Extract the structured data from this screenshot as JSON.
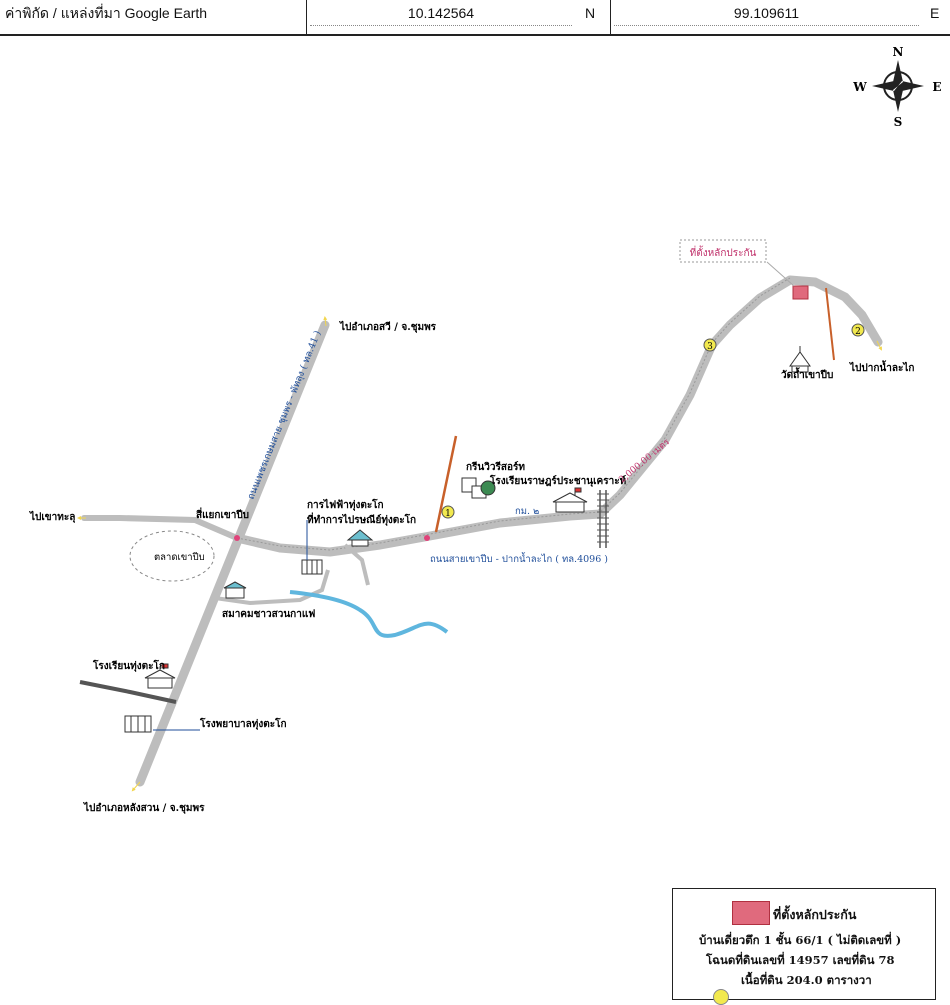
{
  "header": {
    "coord_label": "ค่าพิกัด / แหล่งที่มา Google Earth",
    "latitude": "10.142564",
    "lat_dir": "N",
    "longitude": "99.109611",
    "lon_dir": "E"
  },
  "compass": {
    "n": "N",
    "s": "S",
    "e": "E",
    "w": "W"
  },
  "map": {
    "label_to_sawi": "ไปอำเภอสวี / จ.ชุมพร",
    "label_to_langsuan": "ไปอำเภอหลังสวน / จ.ชุมพร",
    "label_to_khao_thalu": "ไปเขาทะลุ",
    "label_to_pak_nam": "ไปปากน้ำละไก",
    "main_road": "ถนนเพชรเกษมสาย ชุมพร - พัทลุง ( ทล.41 )",
    "junction": "สี่แยกเขาปีบ",
    "market": "ตลาดเขาปีบ",
    "electric_office": "การไฟฟ้าทุ่งตะโก",
    "post_office": "ที่ทำการไปรษณีย์ทุ่งตะโก",
    "coffee_assoc": "สมาคมชาวสวนกาแฟ",
    "school_tungtako": "โรงเรียนทุ่งตะโก",
    "hospital": "โรงพยาบาลทุ่งตะโก",
    "resort": "กรีนวิวรีสอร์ท",
    "school_pracharat": "โรงเรียนราษฎร์ประชานุเคราะห์",
    "km_mark": "กม. ๒",
    "road_4096": "ถนนสายเขาปีบ - ปากน้ำละไก ( ทล.4096 )",
    "distance": "2,000.00 เมตร",
    "temple": "วัดถ้ำเขาปีบ",
    "property_callout": "ที่ตั้งหลักประกัน",
    "markers": [
      "1",
      "2",
      "3"
    ]
  },
  "legend": {
    "property_label": "ที่ตั้งหลักประกัน",
    "house": "บ้านเดี่ยวตึก 1 ชั้น 66/1 ( ไม่ติดเลขที่ )",
    "deed": "โฉนดที่ดินเลขที่ 14957 เลขที่ดิน 78",
    "area": "เนื้อที่ดิน 204.0 ตารางวา"
  },
  "colors": {
    "road": "#bdbdbd",
    "property": "#e06a7d",
    "water": "#5fb6de",
    "marker": "#f2e94e",
    "label_blue": "#1f4e9a",
    "boundary": "#c8602a",
    "callout": "#c0306a"
  }
}
